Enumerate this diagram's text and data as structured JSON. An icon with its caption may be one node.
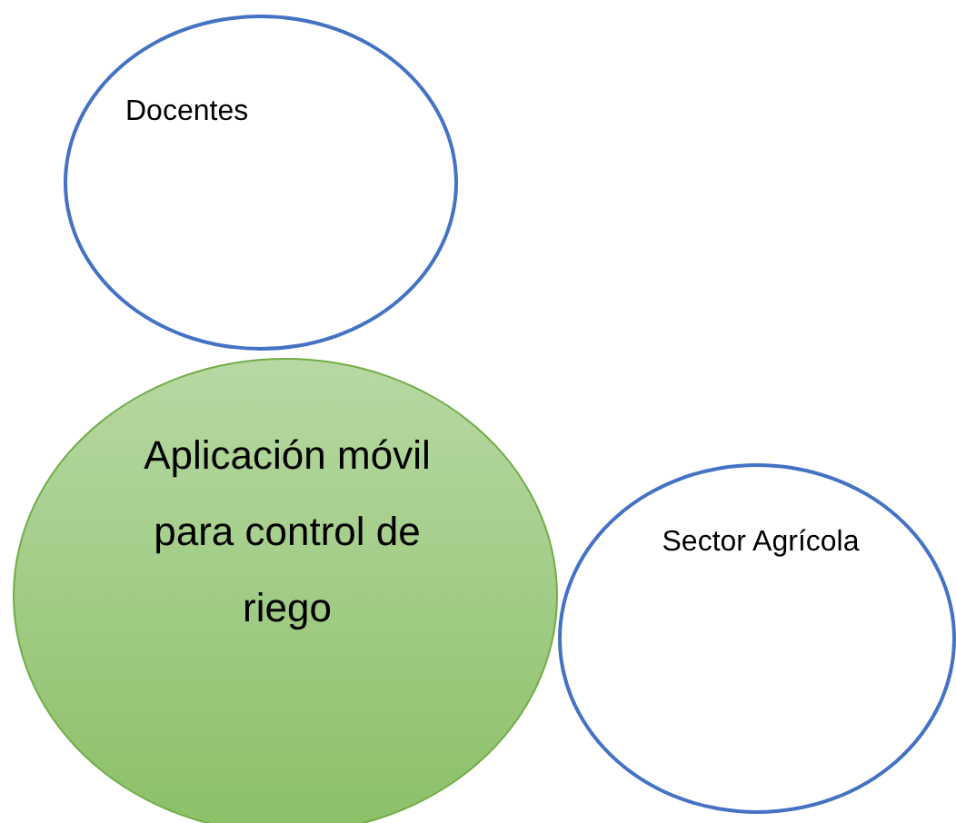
{
  "diagram": {
    "nodes": [
      {
        "text": [
          "Docentes"
        ]
      },
      {
        "text": [
          "Aplicación móvil para control de riego"
        ]
      },
      {
        "text": [
          "Sector Agrícola"
        ]
      }
    ],
    "edges": []
  }
}
